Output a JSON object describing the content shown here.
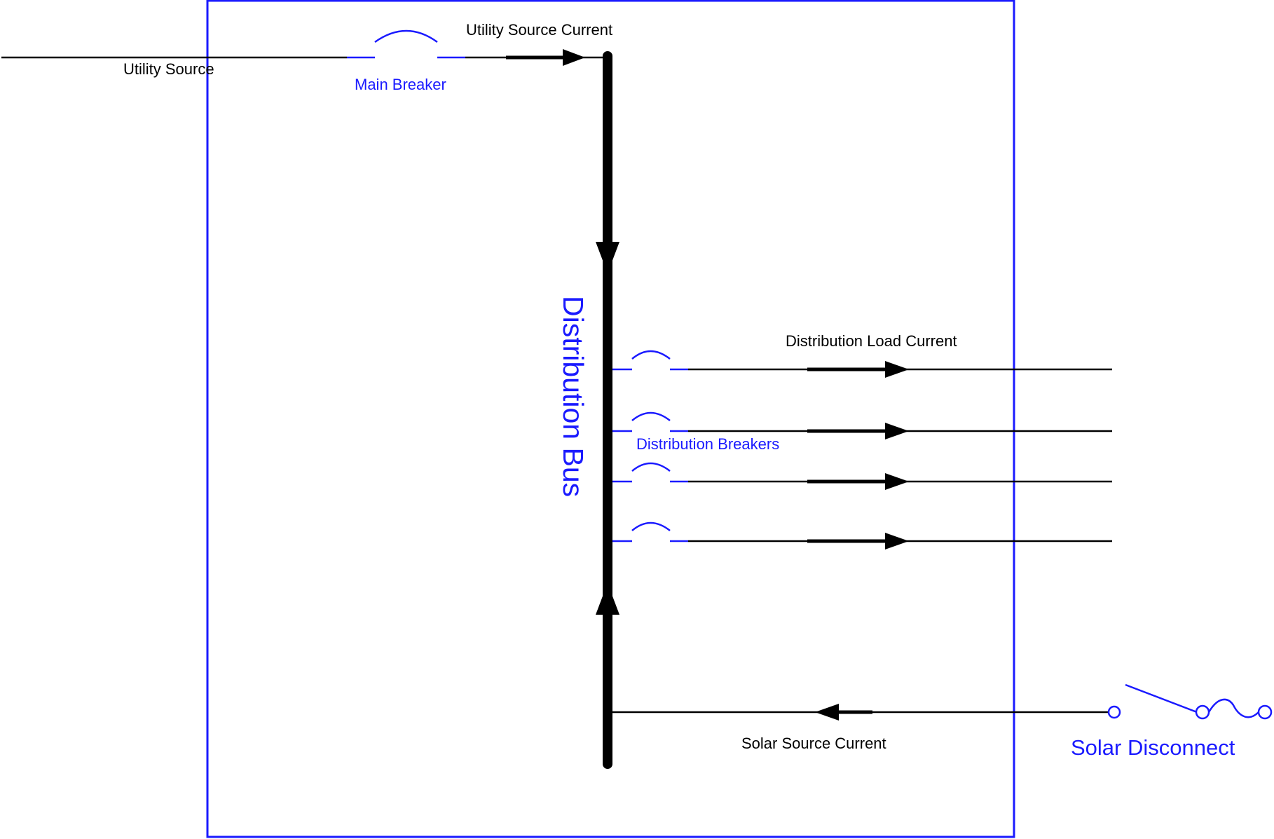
{
  "labels": {
    "utility_source": "Utility Source",
    "main_breaker": "Main Breaker",
    "utility_source_current": "Utility Source Current",
    "distribution_bus": "Distribution Bus",
    "distribution_load_current": "Distribution Load Current",
    "distribution_breakers": "Distribution Breakers",
    "solar_source_current": "Solar Source Current",
    "solar_disconnect": "Solar Disconnect"
  },
  "colors": {
    "wire": "#000000",
    "component": "#1a1aff",
    "enclosure": "#1a1aff",
    "background": "#ffffff"
  }
}
